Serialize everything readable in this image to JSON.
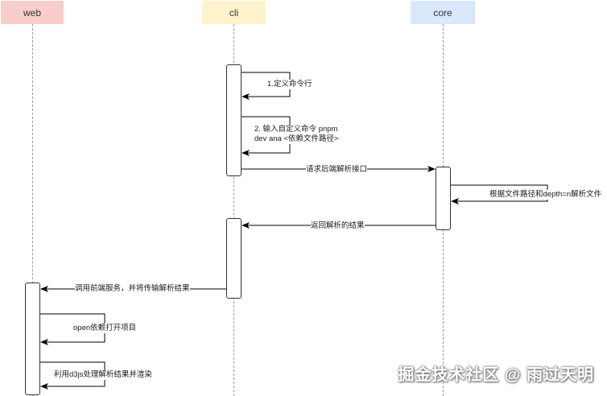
{
  "actors": [
    {
      "label": "web",
      "fill": "#f8cecc"
    },
    {
      "label": "cli",
      "fill": "#fff2cc"
    },
    {
      "label": "core",
      "fill": "#dae8fc"
    }
  ],
  "messages": {
    "m1": "1.定义命令行",
    "m2_line1": "2. 输入自定义命令 pnpm",
    "m2_line2": "dev ana <依赖文件路径>",
    "m3": "请求后端解析接口",
    "m4": "根据文件路径和depth=n解析文件",
    "m5": "返回解析的结果",
    "m6": "调用前端服务，并将传输解析结果",
    "m7": "open依赖打开项目",
    "m8": "利用d3js处理解析结果并渲染"
  },
  "watermark": "掘金技术社区 @ 雨过天明"
}
